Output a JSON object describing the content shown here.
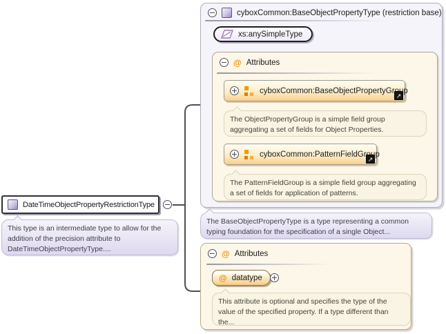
{
  "colors": {
    "accent_orange": "#f09a00",
    "type_purple": "#9d8cc8",
    "panel_lavender": "#f6f4fb",
    "panel_cream": "#fdf7e9",
    "note_cream": "#f9f4e3",
    "note_lavender": "#e6e1f3"
  },
  "icons": {
    "at": "@",
    "ref_arrow": "↗"
  },
  "left_node": {
    "title": "DateTimeObjectPropertyRestrictionType",
    "description": "This type is an intermediate type to allow for the addition of the precision attribute to DateTimeObjectPropertyType...."
  },
  "base_panel": {
    "title": "cyboxCommon:BaseObjectPropertyType (restriction base)",
    "base_type_label": "xs:anySimpleType",
    "attributes": {
      "label": "Attributes",
      "groups": [
        {
          "name": "cyboxCommon:BaseObjectPropertyGroup",
          "description": "The ObjectPropertyGroup is a simple field group aggregating a set of fields for Object Properties."
        },
        {
          "name": "cyboxCommon:PatternFieldGroup",
          "description": "The PatternFieldGroup is a simple field group aggregating a set of fields for application of patterns."
        }
      ]
    },
    "description": "The BaseObjectPropertyType is a type representing a common typing foundation for the specification of a single Object..."
  },
  "local_attributes_panel": {
    "label": "Attributes",
    "attributes": [
      {
        "name": "datatype",
        "description": "This attribute is optional and specifies the type of the value of the specified property. If a type different than the..."
      }
    ]
  }
}
